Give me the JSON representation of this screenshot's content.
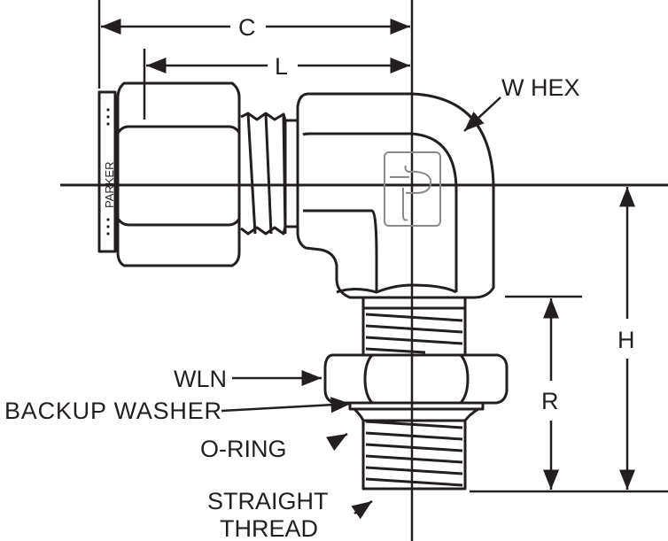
{
  "dimensions": {
    "c": "C",
    "l": "L",
    "h": "H",
    "r": "R"
  },
  "callouts": {
    "w_hex": "W HEX",
    "wln": "WLN",
    "backup_washer": "BACKUP WASHER",
    "o_ring": "O-RING",
    "straight_thread_1": "STRAIGHT",
    "straight_thread_2": "THREAD"
  },
  "nut_marking": "PARKER",
  "logo": "Parker P logo",
  "colors": {
    "ink": "#231f20",
    "logo": "#8a8a8a"
  }
}
